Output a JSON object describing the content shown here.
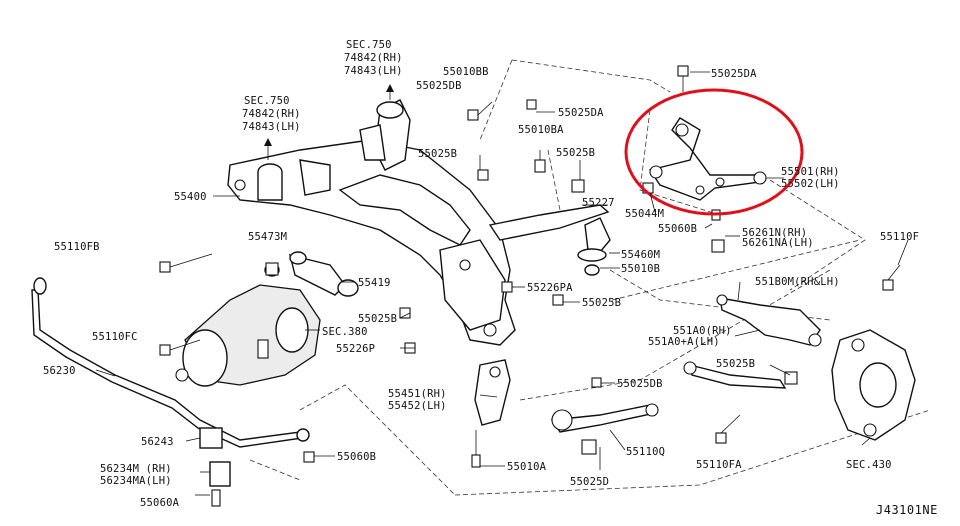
{
  "diagram_id": "J43101NE",
  "highlight_color": "#e0101b",
  "labels": {
    "sec750_a": "SEC.750",
    "sec750_a_rh": "74842(RH)",
    "sec750_a_lh": "74843(LH)",
    "sec750_b": "SEC.750",
    "sec750_b_rh": "74842(RH)",
    "sec750_b_lh": "74843(LH)",
    "l55010BB": "55010BB",
    "l55025DB": "55025DB",
    "l55025DA_top": "55025DA",
    "l55025DA_mid": "55025DA",
    "l55010BA": "55010BA",
    "l55025B_a": "55025B",
    "l55025B_b": "55025B",
    "l55501": "55501(RH)",
    "l55502": "55502(LH)",
    "l55400": "55400",
    "l55227": "55227",
    "l55044M": "55044M",
    "l55060B": "55060B",
    "l56261N": "56261N(RH)",
    "l56261NA": "56261NA(LH)",
    "l55110FB": "55110FB",
    "l55473M": "55473M",
    "l55460M": "55460M",
    "l55010B": "55010B",
    "l55110F": "55110F",
    "l55419": "55419",
    "l55226PA": "55226PA",
    "l551B0M": "551B0M(RH&LH)",
    "l55025B_c": "55025B",
    "l55025B_d": "55025B",
    "l55110FC": "55110FC",
    "lSEC380": "SEC.380",
    "l55226P": "55226P",
    "l551A0": "551A0(RH)",
    "l551A0A": "551A0+A(LH)",
    "l56230": "56230",
    "l55025B_e": "55025B",
    "l55451": "55451(RH)",
    "l55452": "55452(LH)",
    "l55025DB_b": "55025DB",
    "l56243": "56243",
    "l55110Q": "55110Q",
    "l56234M": "56234M (RH)",
    "l56234MA": "56234MA(LH)",
    "l55060B_b": "55060B",
    "l55010A": "55010A",
    "l55110FA": "55110FA",
    "lSEC430": "SEC.430",
    "l55025D": "55025D",
    "l55060A": "55060A"
  }
}
